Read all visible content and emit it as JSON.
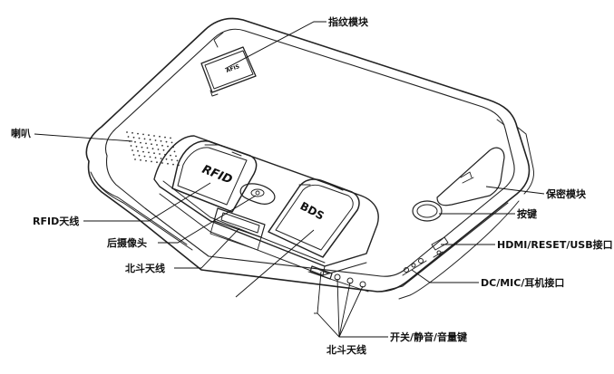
{
  "labels": {
    "fingerprint_module": "指纹模块",
    "speaker": "喇叭",
    "rfid_antenna": "RFID天线",
    "rear_camera": "后摄像头",
    "beidou_antenna_1": "北斗天线",
    "beidou_antenna_2": "北斗天线",
    "secure_module": "保密模块",
    "key_button": "按键",
    "hdmi_reset_usb": "HDMI/RESET/USB接口",
    "dc_mic_earphone": "DC/MIC/耳机接口",
    "power_mute_volume": "开关/静音/音量键"
  },
  "device_marks": {
    "rfid_plate": "RFID",
    "bds_plate": "BDS",
    "fingerprint_plate": "AFIS"
  }
}
